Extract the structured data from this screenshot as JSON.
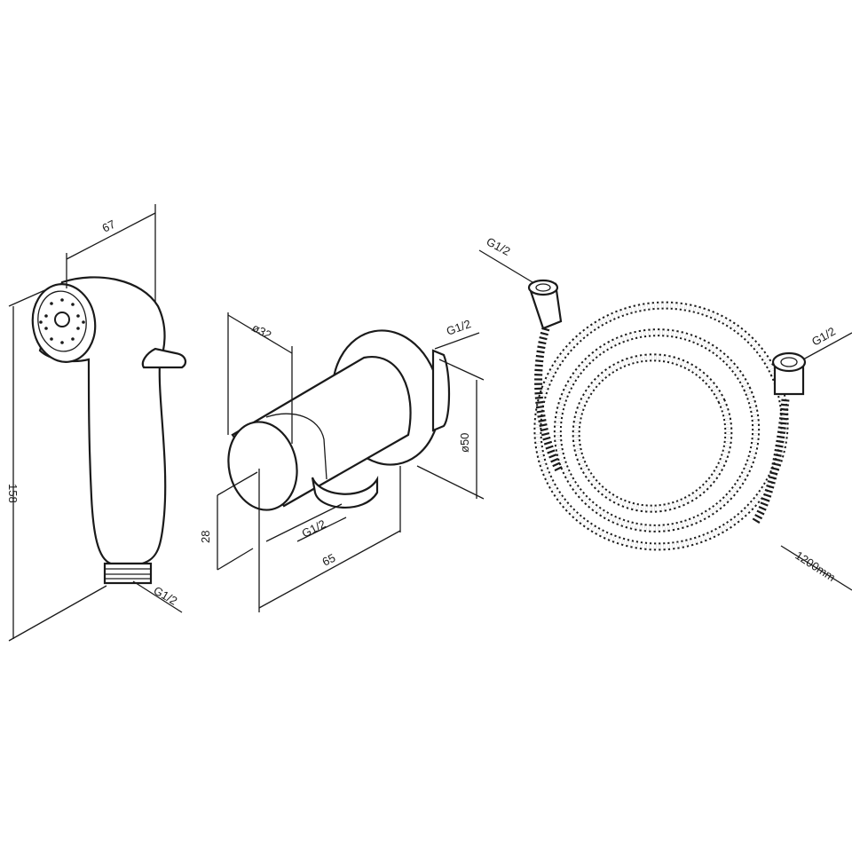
{
  "drawing": {
    "hand_shower": {
      "width_dim": "67",
      "height_dim": "158",
      "thread": "G1/2"
    },
    "wall_valve": {
      "holder_dim": "ø32",
      "flange_dim": "ø50",
      "offset_dim": "28",
      "depth_dim": "65",
      "outlet_thread": "G1/2",
      "inlet_thread": "G1/2"
    },
    "hose": {
      "left_thread": "G1/2",
      "right_thread": "G1/2",
      "length": "1200mm"
    }
  }
}
